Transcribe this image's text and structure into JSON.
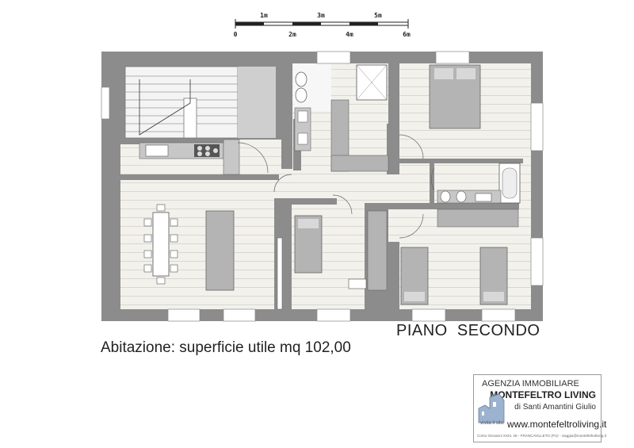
{
  "scale": {
    "top_labels": [
      "1m",
      "3m",
      "5m"
    ],
    "bottom_labels": [
      "0",
      "2m",
      "4m",
      "6m"
    ]
  },
  "floor_label": "PIANO  SECONDO",
  "area_label": "Abitazione: superficie utile mq 102,00",
  "agency": {
    "line1": "AGENZIA IMMOBILIARE",
    "name": "MONTEFELTRO LIVING",
    "owner": "di Santi Amantini Giulio",
    "visit_prefix": "visita il sito:",
    "website": "www.montefeltroliving.it",
    "address": "Corso Giovanni XXIII, 26 - FRANCAVILLETO (PU) - viaggio@montefeltroliving.it"
  },
  "colors": {
    "wall": "#8c8c8c",
    "floor": "#f1f0ea",
    "furniture": "#b4b4b4"
  }
}
